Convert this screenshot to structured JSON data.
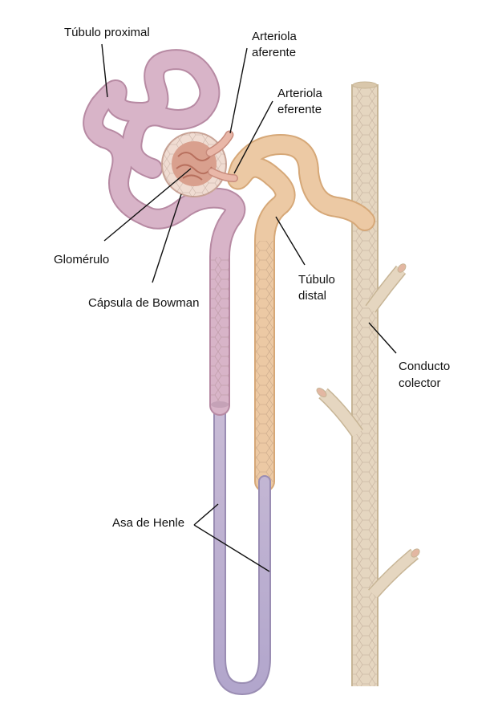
{
  "labels": {
    "proximal_tubule": "Túbulo proximal",
    "afferent_arteriole_1": "Arteriola",
    "afferent_arteriole_2": "aferente",
    "efferent_arteriole_1": "Arteriola",
    "efferent_arteriole_2": "eferente",
    "glomerulus": "Glomérulo",
    "bowman_capsule": "Cápsula de Bowman",
    "distal_tubule_1": "Túbulo",
    "distal_tubule_2": "distal",
    "collecting_duct_1": "Conducto",
    "collecting_duct_2": "colector",
    "loop_of_henle": "Asa de Henle"
  },
  "colors": {
    "proximal_fill": "#d8b4c8",
    "proximal_edge": "#b78aa3",
    "distal_fill": "#ecc9a4",
    "distal_edge": "#d6a878",
    "henle_fill": "#bdb2d0",
    "henle_edge": "#9a8db3",
    "duct_fill": "#e5d6c0",
    "duct_edge": "#c7b596",
    "glomerulus_fill": "#d9a08e",
    "capsule_fill": "#f0dcd2",
    "arteriole_fill": "#e9b7a8"
  }
}
